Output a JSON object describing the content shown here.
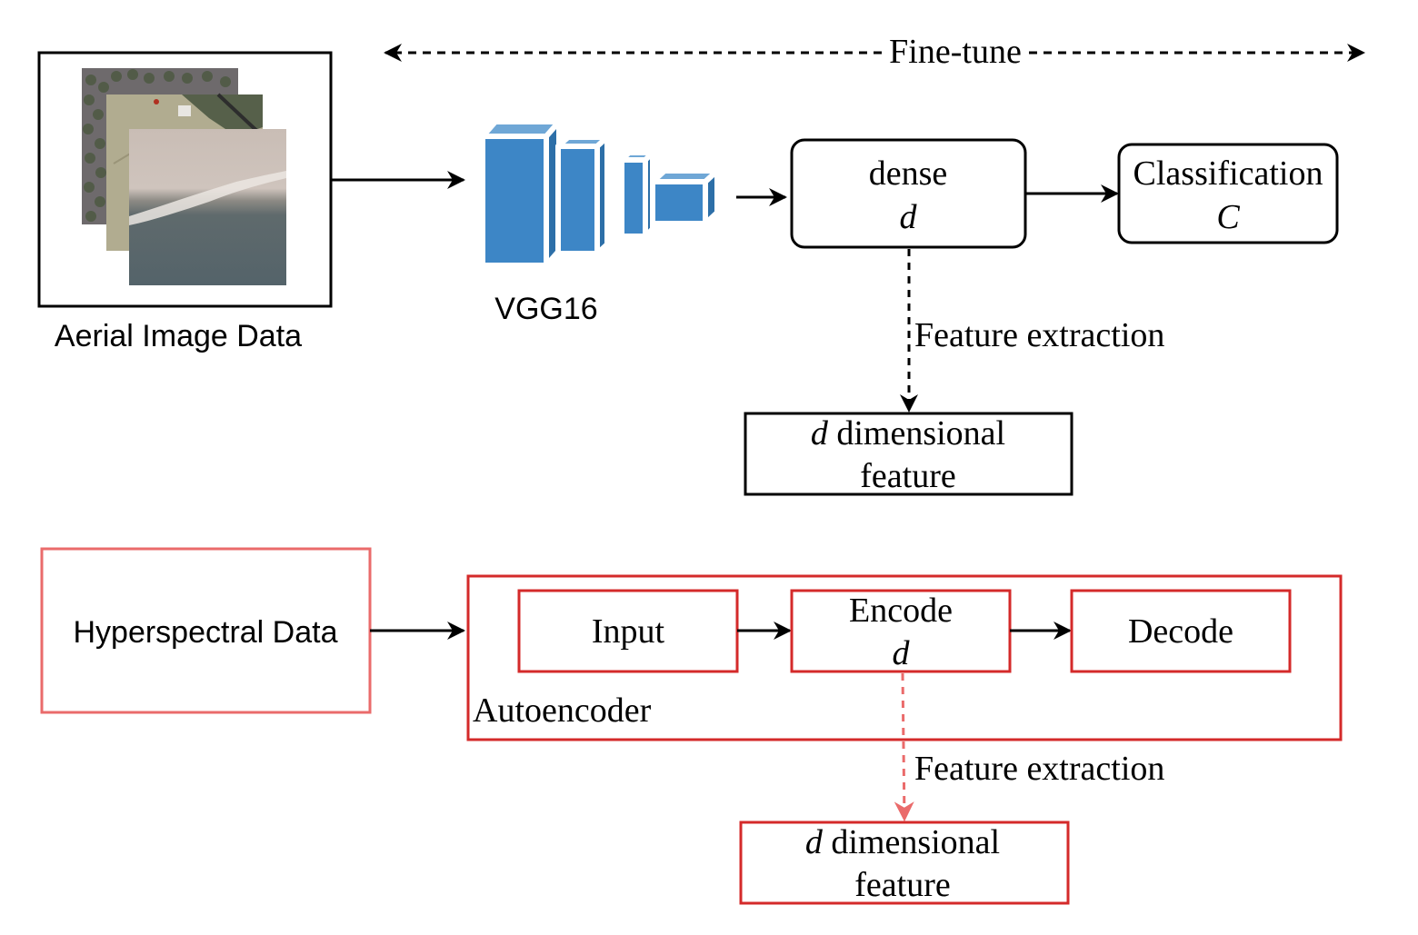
{
  "aerial": {
    "caption": "Aerial Image Data"
  },
  "vgg": {
    "caption": "VGG16"
  },
  "finetune": {
    "label": "Fine-tune"
  },
  "dense": {
    "line1": "dense",
    "line2": "d"
  },
  "classification": {
    "line1": "Classification",
    "line2": "C"
  },
  "feature_extraction_top": {
    "label": "Feature extraction"
  },
  "feature_top": {
    "line1_var": "d",
    "line1_rest": " dimensional",
    "line2": "feature"
  },
  "hyperspectral": {
    "label": "Hyperspectral Data"
  },
  "autoencoder": {
    "label": "Autoencoder",
    "input": "Input",
    "encode_line1": "Encode",
    "encode_line2": "d",
    "decode": "Decode"
  },
  "feature_extraction_bottom": {
    "label": "Feature extraction"
  },
  "feature_bottom": {
    "line1_var": "d",
    "line1_rest": " dimensional",
    "line2": "feature"
  },
  "colors": {
    "black": "#000000",
    "red": "#d42a2a",
    "light_red": "#ea6b6b",
    "vgg_blue": "#3d86c6"
  },
  "icons": [
    "aerial-image-stack-icon",
    "vgg16-network-icon"
  ]
}
